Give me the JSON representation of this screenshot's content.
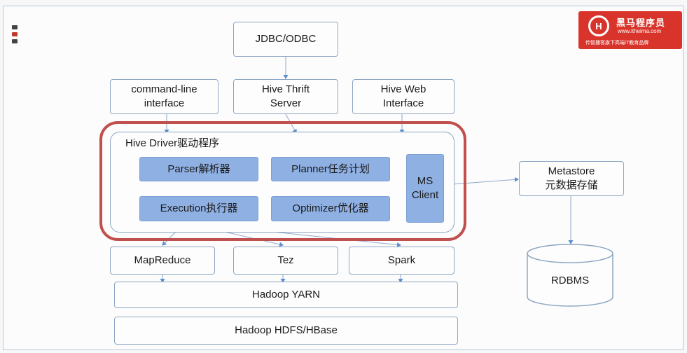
{
  "logo": {
    "brand": "黑马程序员",
    "url": "www.itheima.com",
    "slogan": "传智播客旗下高端IT教育品牌"
  },
  "diagram": {
    "jdbc": "JDBC/ODBC",
    "cli": "command-line\ninterface",
    "thrift": "Hive Thrift\nServer",
    "web": "Hive Web\nInterface",
    "driver_title": "Hive Driver驱动程序",
    "parser": "Parser解析器",
    "planner": "Planner任务计划",
    "execution": "Execution执行器",
    "optimizer": "Optimizer优化器",
    "ms_client": "MS\nClient",
    "metastore": "Metastore\n元数据存储",
    "rdbms": "RDBMS",
    "mapreduce": "MapReduce",
    "tez": "Tez",
    "spark": "Spark",
    "yarn": "Hadoop YARN",
    "hdfs": "Hadoop HDFS/HBase"
  },
  "colors": {
    "box_border": "#8ea6c2",
    "component_fill": "#8fb0e3",
    "highlight": "#c0504d",
    "logo_red": "#d9342b",
    "arrow": "#5b8fd0"
  }
}
